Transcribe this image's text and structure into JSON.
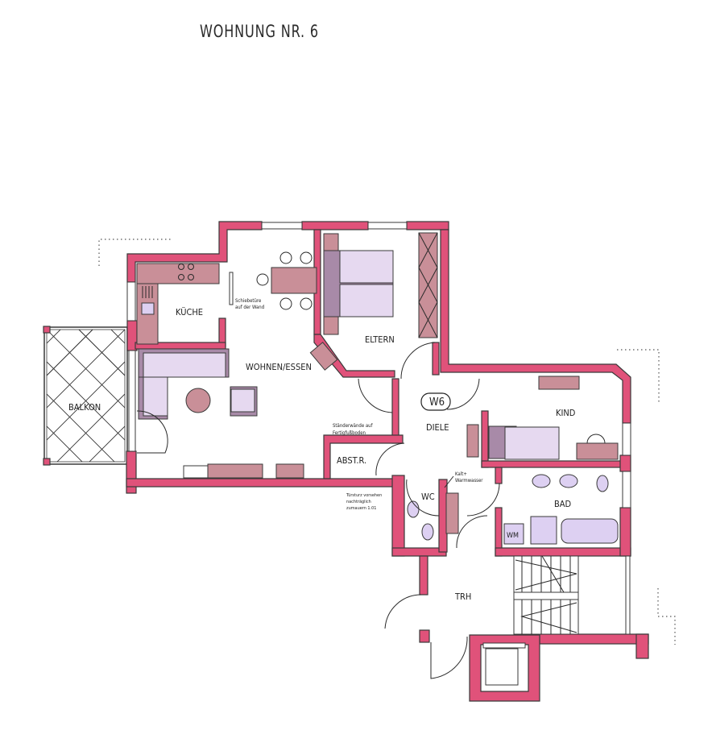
{
  "title": "WOHNUNG NR. 6",
  "plan": {
    "unit_badge": "W6",
    "rooms": [
      {
        "id": "kueche",
        "label": "KÜCHE"
      },
      {
        "id": "wohnen",
        "label": "WOHNEN/ESSEN"
      },
      {
        "id": "eltern",
        "label": "ELTERN"
      },
      {
        "id": "balkon",
        "label": "BALKON"
      },
      {
        "id": "diele",
        "label": "DIELE"
      },
      {
        "id": "kind",
        "label": "KIND"
      },
      {
        "id": "abstr",
        "label": "ABST.R."
      },
      {
        "id": "wc",
        "label": "WC"
      },
      {
        "id": "bad",
        "label": "BAD"
      },
      {
        "id": "trh",
        "label": "TRH"
      }
    ],
    "notes": {
      "schiebetuere_1": "Schiebetüre",
      "schiebetuere_2": "auf der Wand",
      "staender_1": "Ständerwände auf",
      "staender_2": "Fertigfußboden",
      "tuersturz_1": "Türsturz vorsehen",
      "tuersturz_2": "nachträglich",
      "tuersturz_3": "zumauern 1.01",
      "wasser_1": "Kalt+",
      "wasser_2": "Warmwasser"
    },
    "fixtures": {
      "wm": "WM"
    },
    "colors": {
      "wall": "#e0527a",
      "furniture": "#c98f98",
      "upholstery": "#e6d9f0",
      "upholstery_back": "#a88aa8"
    }
  }
}
